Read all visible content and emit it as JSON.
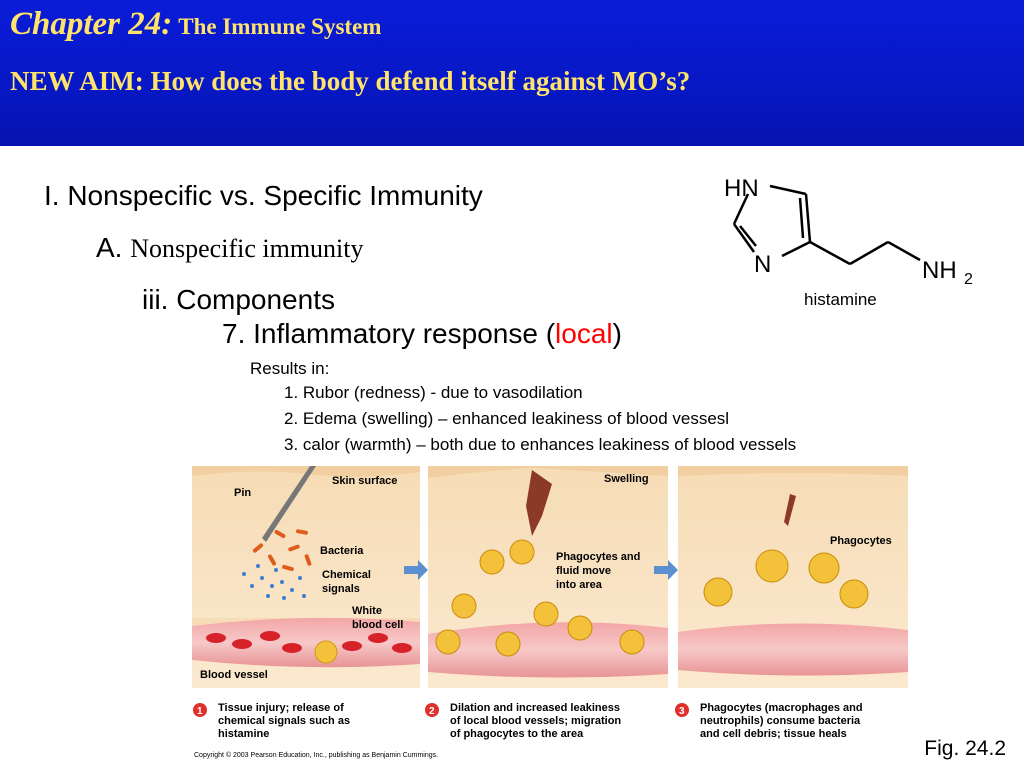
{
  "header": {
    "chapter_label": "Chapter 24:",
    "chapter_title": "The Immune System",
    "aim": "NEW AIM: How does the body defend itself against MO’s?"
  },
  "outline": {
    "level1": "I. Nonspecific vs. Specific Immunity",
    "level2_prefix": "A.",
    "level2_text": "Nonspecific immunity",
    "level3": "iii. Components",
    "level4_before": "7. Inflammatory response (",
    "level4_highlight": "local",
    "level4_after": ")",
    "results_heading": "Results in:",
    "results": [
      "1. Rubor (redness) - due to vasodilation",
      "2. Edema (swelling) – enhanced leakiness of blood vessesl",
      "3. calor (warmth) – both due to enhances leakiness of blood vessels"
    ]
  },
  "molecule": {
    "hn": "HN",
    "n": "N",
    "nh": "NH",
    "sub2": "2",
    "caption": "histamine"
  },
  "figure": {
    "panel1_labels": {
      "skin": "Skin surface",
      "pin": "Pin",
      "bacteria": "Bacteria",
      "chemical1": "Chemical",
      "chemical2": "signals",
      "wbc1": "White",
      "wbc2": "blood cell",
      "vessel": "Blood vessel"
    },
    "panel2_labels": {
      "swelling": "Swelling",
      "phago1": "Phagocytes and",
      "phago2": "fluid move",
      "phago3": "into area"
    },
    "panel3_labels": {
      "phagocytes": "Phagocytes"
    },
    "steps": [
      {
        "num": "1",
        "lines": [
          "Tissue injury; release of",
          "chemical signals such as",
          "histamine"
        ]
      },
      {
        "num": "2",
        "lines": [
          "Dilation and increased leakiness",
          "of local blood vessels; migration",
          "of phagocytes to the area"
        ]
      },
      {
        "num": "3",
        "lines": [
          "Phagocytes (macrophages and",
          "neutrophils) consume bacteria",
          "and cell debris; tissue heals"
        ]
      }
    ],
    "caption": "Fig. 24.2",
    "copyright": "Copyright © 2003 Pearson Education, Inc., publishing as Benjamin Cummings."
  },
  "colors": {
    "header_blue": "#0718c4",
    "title_yellow": "#ffe36a",
    "highlight_red": "#ff0000",
    "step_badge_red": "#e0302a"
  }
}
